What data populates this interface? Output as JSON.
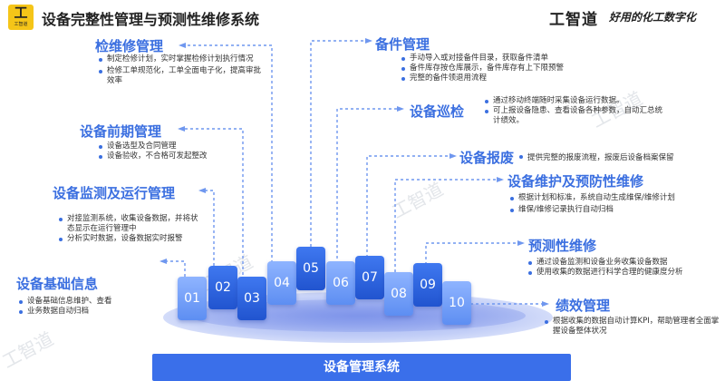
{
  "header": {
    "logo_mark": "工",
    "logo_sub": "工智道",
    "title": "设备完整性管理与预测性维修系统",
    "brand": "工智道",
    "slogan": "好用的化工数字化"
  },
  "watermark": "工智道",
  "cards": [
    "01",
    "02",
    "03",
    "04",
    "05",
    "06",
    "07",
    "08",
    "09",
    "10"
  ],
  "system_label": "设备管理系统",
  "sections": {
    "maintenance": {
      "title": "检维修管理",
      "items": [
        "制定检修计划，实时掌握检修计划执行情况",
        "检修工单规范化，工单全面电子化，提高审批效率"
      ]
    },
    "early": {
      "title": "设备前期管理",
      "items": [
        "设备选型及合同管理",
        "设备验收，不合格可发起整改"
      ]
    },
    "monitor": {
      "title": "设备监测及运行管理",
      "items": [
        "对接监测系统，收集设备数据，并将状态显示在运行管理中",
        "分析实时数据，设备数据实时报警"
      ]
    },
    "basic": {
      "title": "设备基础信息",
      "items": [
        "设备基础信息维护、查看",
        "业务数据自动归档"
      ]
    },
    "spare": {
      "title": "备件管理",
      "items": [
        "手动导入或对接备件目录，获取备件清单",
        "备件库存按仓库展示，备件库存有上下限预警",
        "完整的备件领退用流程"
      ]
    },
    "patrol": {
      "title": "设备巡检",
      "items": [
        "通过移动终端随时采集设备运行数据。",
        "可上报设备隐患、查看设备各种参数，自动汇总统计绩效。"
      ]
    },
    "scrap": {
      "title": "设备报废",
      "text": "提供完整的报废流程，报废后设备档案保留"
    },
    "preventive": {
      "title": "设备维护及预防性维修",
      "items": [
        "根据计划和标准，系统自动生成维保/维修计划",
        "维保/维修记录执行自动归档"
      ]
    },
    "predictive": {
      "title": "预测性维修",
      "items": [
        "通过设备监测和设备业务收集设备数据",
        "使用收集的数据进行科学合理的健康度分析"
      ]
    },
    "performance": {
      "title": "绩效管理",
      "items": [
        "根据收集的数据自动计算KPI，帮助管理者全面掌握设备整体状况"
      ]
    }
  },
  "colors": {
    "accent": "#3b6fe0",
    "system_bar": "#3a6fea",
    "logo_bg": "#f5c518",
    "card_light": "#6f9cf5",
    "card_dark": "#2f66e0"
  }
}
